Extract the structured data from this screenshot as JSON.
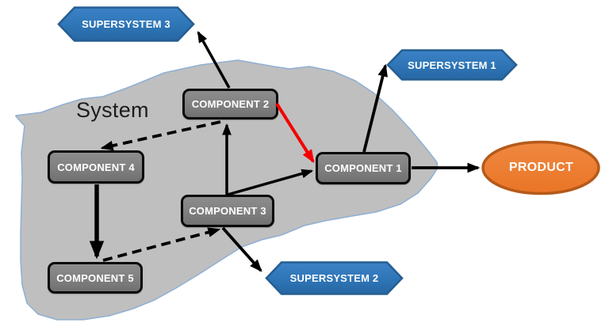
{
  "diagram": {
    "system_label": "System",
    "nodes": {
      "component1": "COMPONENT 1",
      "component2": "COMPONENT 2",
      "component3": "COMPONENT 3",
      "component4": "COMPONENT 4",
      "component5": "COMPONENT 5",
      "supersystem1": "SUPERSYSTEM 1",
      "supersystem2": "SUPERSYSTEM 2",
      "supersystem3": "SUPERSYSTEM 3",
      "product": "PRODUCT"
    },
    "edges": [
      {
        "from": "component2",
        "to": "supersystem3",
        "style": "solid-black"
      },
      {
        "from": "component3",
        "to": "component2",
        "style": "solid-black"
      },
      {
        "from": "component3",
        "to": "component1",
        "style": "solid-black"
      },
      {
        "from": "component2",
        "to": "component1",
        "style": "solid-red"
      },
      {
        "from": "component1",
        "to": "supersystem1",
        "style": "solid-black"
      },
      {
        "from": "component1",
        "to": "product",
        "style": "solid-black"
      },
      {
        "from": "component4",
        "to": "component5",
        "style": "solid-black-thick"
      },
      {
        "from": "component2",
        "to": "component4",
        "style": "dashed-black"
      },
      {
        "from": "component5",
        "to": "component3",
        "style": "dashed-black"
      },
      {
        "from": "component3",
        "to": "supersystem2",
        "style": "solid-black"
      }
    ],
    "colors": {
      "system_blob_fill": "#BFBFBF",
      "system_blob_outline": "#8FAFD4",
      "component_fill": "#808080",
      "component_border": "#000000",
      "supersystem_fill": "#2E75B6",
      "supersystem_border": "#255E91",
      "product_fill": "#ED7D31",
      "product_border": "#B55A19",
      "arrow_color": "#000000",
      "highlight_arrow_color": "#F40000"
    }
  }
}
